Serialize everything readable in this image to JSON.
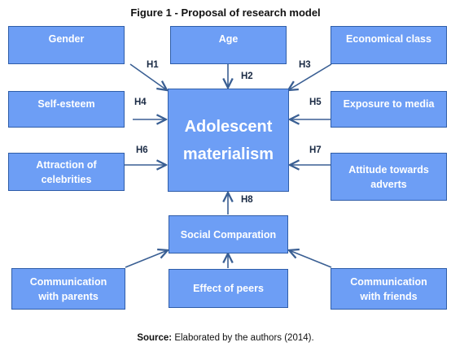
{
  "title": "Figure 1 - Proposal of research model",
  "center": {
    "line1": "Adolescent",
    "line2": "materialism"
  },
  "boxes": {
    "gender": "Gender",
    "age": "Age",
    "economical_class": "Economical class",
    "self_esteem": "Self-esteem",
    "exposure_to_media": "Exposure to media",
    "attraction_of_celebrities": {
      "line1": "Attraction of",
      "line2": "celebrities"
    },
    "attitude_towards_adverts": {
      "line1": "Attitude towards",
      "line2": "adverts"
    },
    "social_comparation": "Social Comparation",
    "communication_with_parents": {
      "line1": "Communication",
      "line2": "with parents"
    },
    "effect_of_peers": "Effect of peers",
    "communication_with_friends": {
      "line1": "Communication",
      "line2": "with friends"
    }
  },
  "hypotheses": [
    "H1",
    "H2",
    "H3",
    "H4",
    "H5",
    "H6",
    "H7",
    "H8"
  ],
  "source": {
    "label": "Source:",
    "text": " Elaborated by the authors (2014)."
  },
  "colors": {
    "box_fill": "#6d9ef5",
    "box_border": "#2f5da8",
    "arrow": "#3a5f93"
  }
}
